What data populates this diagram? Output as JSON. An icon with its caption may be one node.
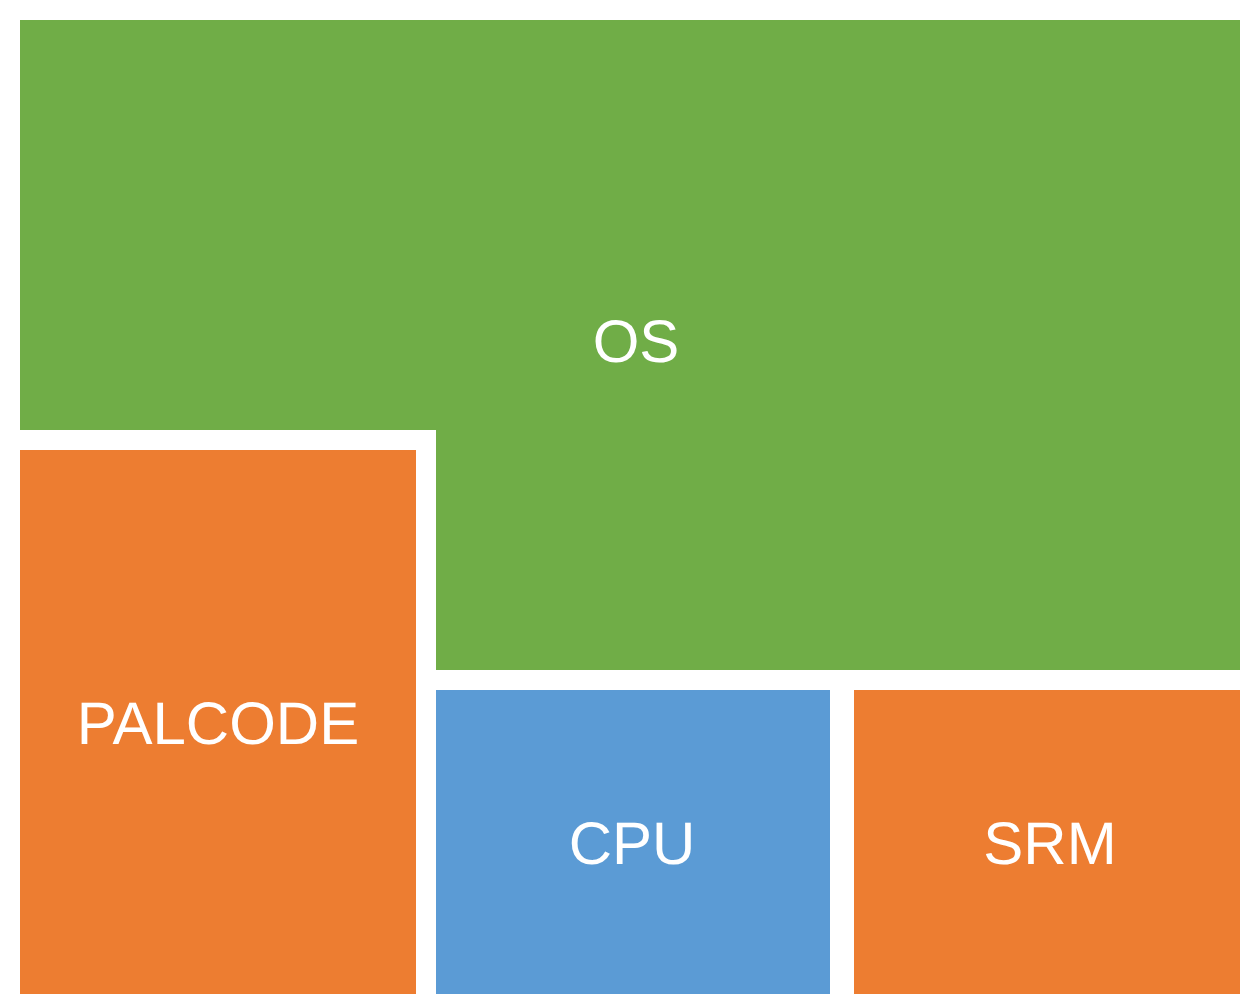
{
  "diagram": {
    "nodes": [
      {
        "text": [
          "OS"
        ]
      },
      {
        "text": [
          "PALCODE"
        ]
      },
      {
        "text": [
          "CPU"
        ]
      },
      {
        "text": [
          "SRM"
        ]
      }
    ]
  }
}
